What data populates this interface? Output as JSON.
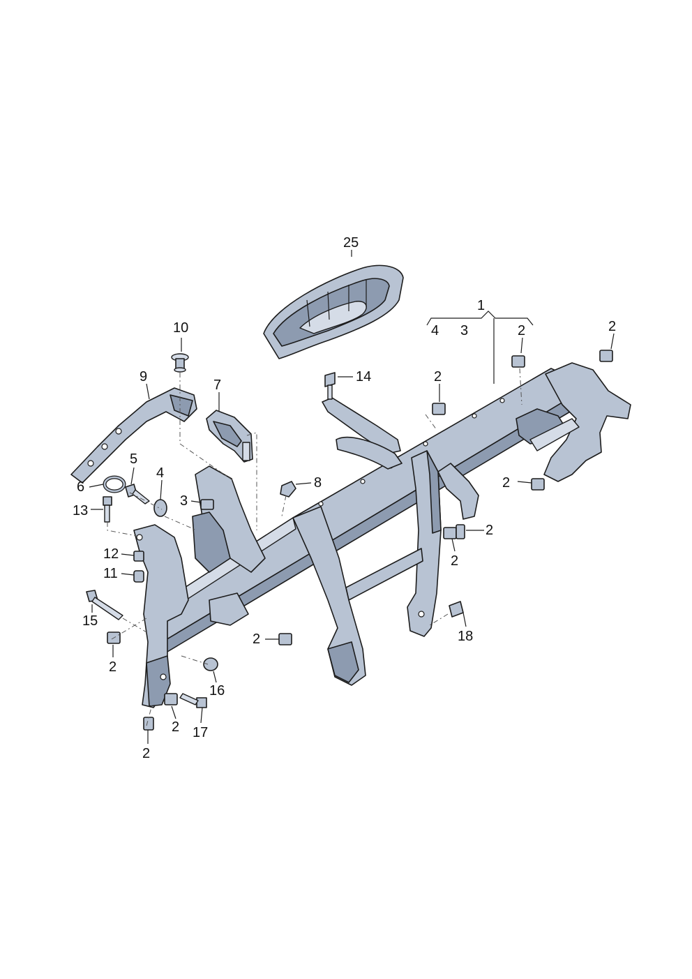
{
  "callouts": [
    {
      "id": "c1",
      "label": "1"
    },
    {
      "id": "c4-group",
      "label": "4"
    },
    {
      "id": "c3-group",
      "label": "3"
    },
    {
      "id": "c2-group",
      "label": "2"
    },
    {
      "id": "c2-right-top",
      "label": "2"
    },
    {
      "id": "c25",
      "label": "25"
    },
    {
      "id": "c10",
      "label": "10"
    },
    {
      "id": "c9",
      "label": "9"
    },
    {
      "id": "c7",
      "label": "7"
    },
    {
      "id": "c14",
      "label": "14"
    },
    {
      "id": "c2-mid",
      "label": "2"
    },
    {
      "id": "c5",
      "label": "5"
    },
    {
      "id": "c6",
      "label": "6"
    },
    {
      "id": "c4",
      "label": "4"
    },
    {
      "id": "c8",
      "label": "8"
    },
    {
      "id": "c3",
      "label": "3"
    },
    {
      "id": "c13",
      "label": "13"
    },
    {
      "id": "c2-right-mid",
      "label": "2"
    },
    {
      "id": "c2-center-a",
      "label": "2"
    },
    {
      "id": "c2-center-b",
      "label": "2"
    },
    {
      "id": "c12",
      "label": "12"
    },
    {
      "id": "c11",
      "label": "11"
    },
    {
      "id": "c15",
      "label": "15"
    },
    {
      "id": "c18",
      "label": "18"
    },
    {
      "id": "c2-bottom-mid",
      "label": "2"
    },
    {
      "id": "c2-left-a",
      "label": "2"
    },
    {
      "id": "c16",
      "label": "16"
    },
    {
      "id": "c2-left-b",
      "label": "2"
    },
    {
      "id": "c17",
      "label": "17"
    },
    {
      "id": "c2-left-c",
      "label": "2"
    }
  ]
}
